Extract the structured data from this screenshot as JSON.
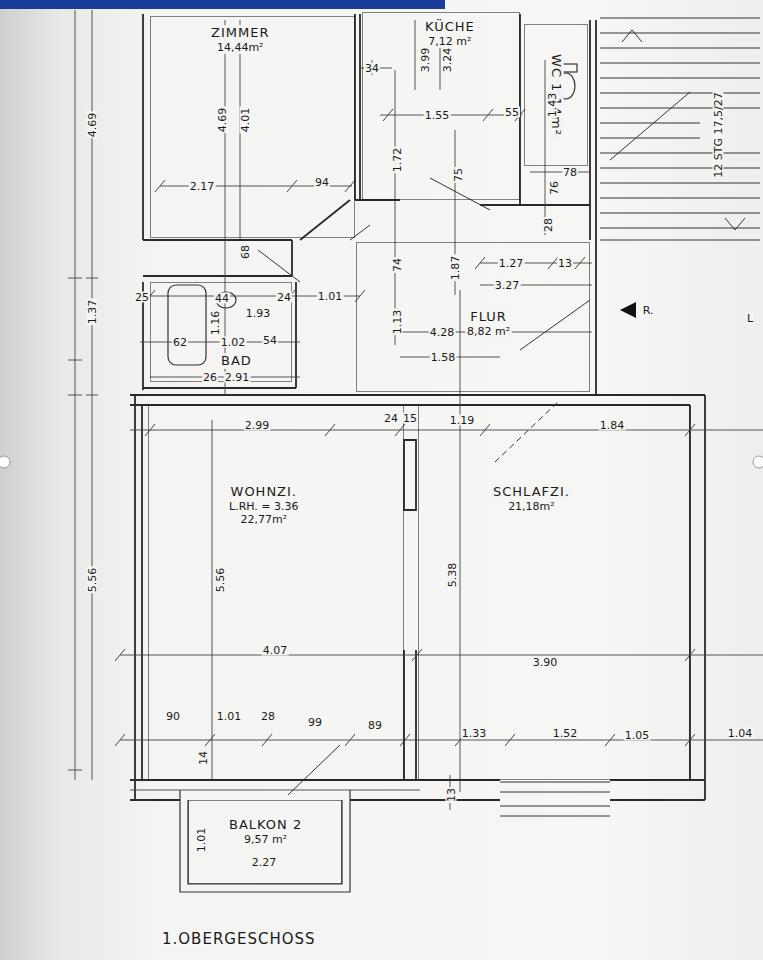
{
  "diagram": {
    "caption": "1.OBERGESCHOSS",
    "nodes": [
      {
        "text": [
          "ZIMMER",
          "14,44m²"
        ]
      },
      {
        "text": [
          "KÜCHE",
          "7,12 m²"
        ]
      },
      {
        "text": [
          "WC 1,14m²"
        ]
      },
      {
        "text": [
          "FLUR",
          "8,82 m²"
        ]
      },
      {
        "text": [
          "BAD"
        ]
      },
      {
        "text": [
          "WOHNZI.",
          "L.RH. = 3.36",
          "22,77m²"
        ]
      },
      {
        "text": [
          "SCHLAFZI.",
          "21,18m²"
        ]
      },
      {
        "text": [
          "BALKON 2",
          "9,57 m²"
        ]
      }
    ],
    "labels": [
      "4.69",
      "4.69",
      "4.01",
      "34",
      "3.99",
      "3.24",
      "1.43",
      "1.55",
      "55",
      "1.72",
      "75",
      "76",
      "78",
      "28",
      "2.17",
      "94",
      "68",
      "74",
      "1.87",
      "1.13",
      "1.27",
      "13",
      "3.27",
      "1.01",
      "25",
      "44",
      "24",
      "1.93",
      "1.16",
      "62",
      "1.02",
      "54",
      "26",
      "2.91",
      "4.28",
      "1.58",
      "1.37",
      "5.56",
      "5.56",
      "2.99",
      "24",
      "15",
      "1.19",
      "1.84",
      "5.38",
      "4.07",
      "3.90",
      "90",
      "1.01",
      "28",
      "99",
      "89",
      "1.33",
      "1.52",
      "1.05",
      "1.04",
      "14",
      "1.01",
      "2.27",
      "13",
      "12 STG 17,5/27",
      "R.",
      "L"
    ]
  }
}
